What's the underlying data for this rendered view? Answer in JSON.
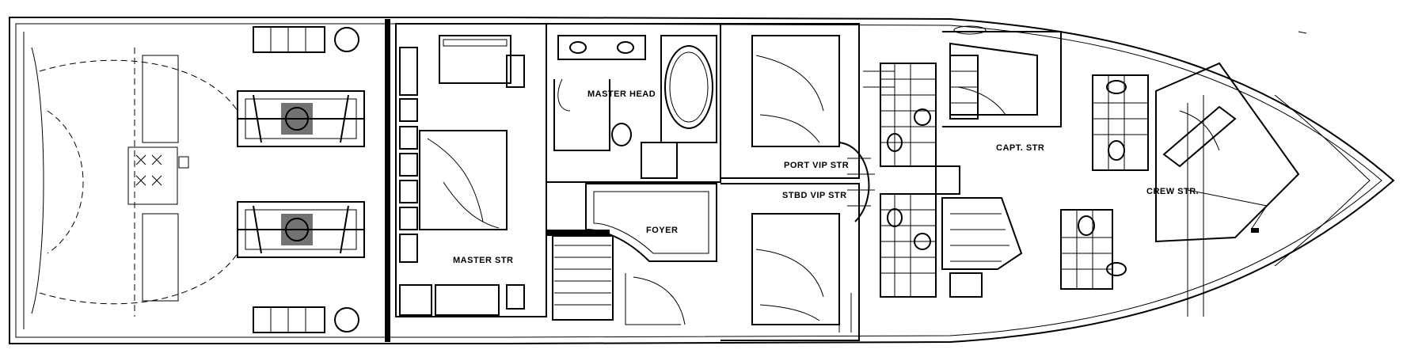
{
  "rooms": {
    "master_head": "MASTER HEAD",
    "master_str": "MASTER STR",
    "foyer": "FOYER",
    "port_vip_str": "PORT VIP STR",
    "stbd_vip_str": "STBD VIP STR",
    "capt_str": "CAPT. STR",
    "crew_str": "CREW STR."
  }
}
